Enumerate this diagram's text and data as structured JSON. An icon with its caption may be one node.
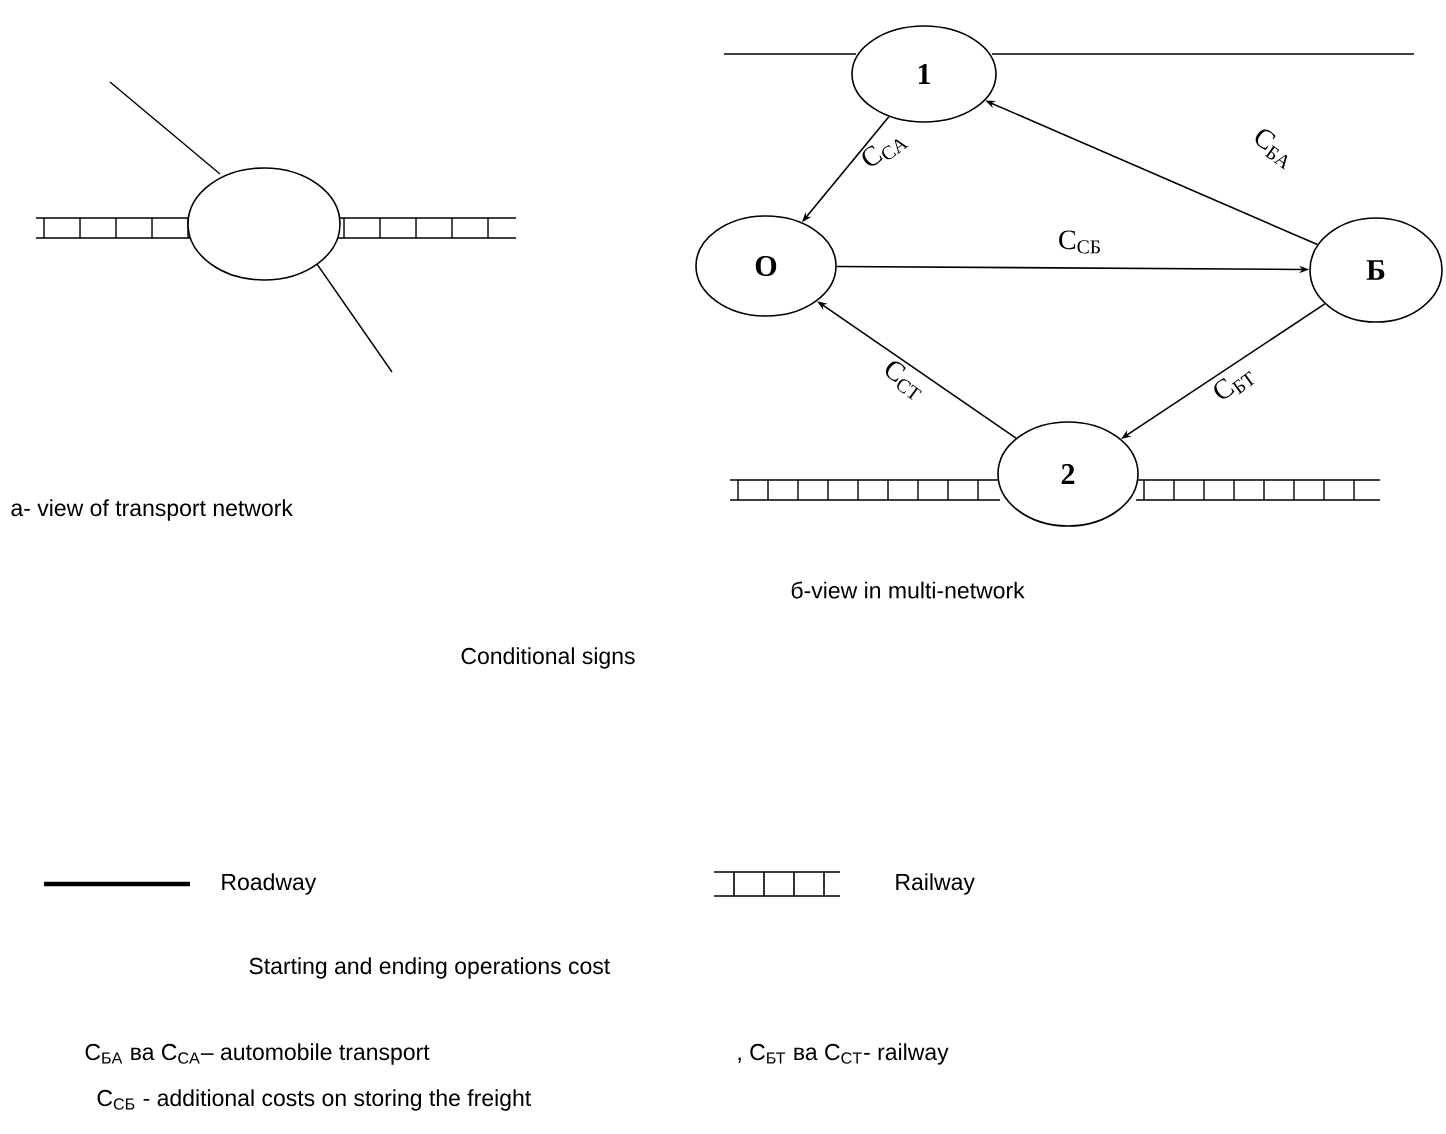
{
  "diagram": {
    "nodes": [
      {
        "text": [],
        "shape": "circle"
      },
      {
        "text": [
          "1"
        ]
      },
      {
        "text": [
          "О"
        ]
      },
      {
        "text": [
          "Б"
        ]
      },
      {
        "text": [
          "2"
        ]
      }
    ],
    "edges": [
      {
        "from": 1,
        "to": 2,
        "arrow": "to",
        "label": "C$_{CA}$"
      },
      {
        "from": 2,
        "to": 3,
        "arrow": "to",
        "label": "C$_{CБ}$"
      },
      {
        "from": 3,
        "to": 1,
        "arrow": "to",
        "label": "C$_{БA}$"
      },
      {
        "from": 4,
        "to": 2,
        "arrow": "to",
        "label": "C$_{CТ}$"
      },
      {
        "from": 3,
        "to": 4,
        "arrow": "to",
        "label": "C$_{БТ}$"
      }
    ],
    "labels": [
      "a- view of transport network",
      "б-view in multi-network",
      "Conditional signs",
      "Starting and ending operations cost",
      "C$_{БA}$ ва C$_{CA}$– automobile transport",
      ", C$_{БТ}$ ва C$_{CТ}$- railway",
      "C$_{CБ}$ - additional costs on storing the freight"
    ],
    "legend": [
      {
        "text": "Roadway"
      },
      {
        "text": "Railway"
      }
    ]
  }
}
